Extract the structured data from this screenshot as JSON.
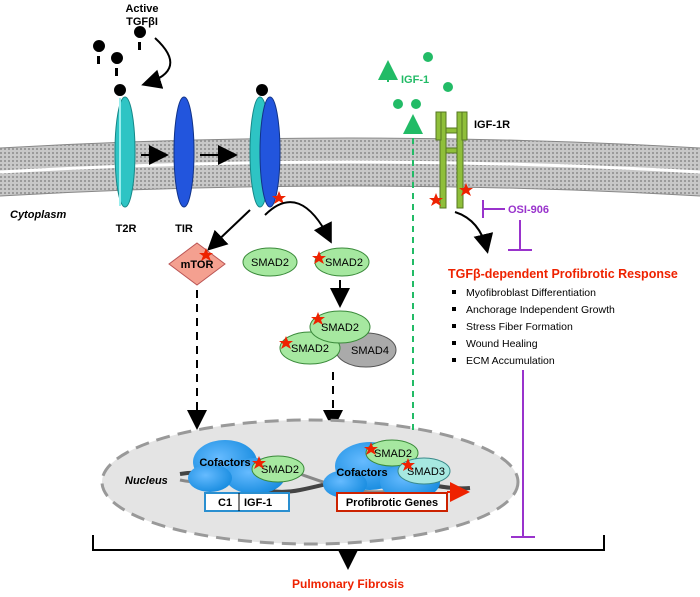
{
  "ligand": {
    "line1": "Active",
    "line2": "TGFβI"
  },
  "labels": {
    "cytoplasm": "Cytoplasm",
    "t2r": "T2R",
    "tir": "TIR",
    "igf1r": "IGF-1R",
    "igf1": "IGF-1",
    "osi": "OSI-906",
    "mtor": "mTOR",
    "smad2": "SMAD2",
    "smad4": "SMAD4",
    "smad3": "SMAD3",
    "nucleus": "Nucleus",
    "cofactors": "Cofactors",
    "c1": "C1",
    "igf1_gene": "IGF-1",
    "profibrotic_genes": "Profibrotic Genes",
    "outcome": "Pulmonary Fibrosis"
  },
  "response": {
    "title": "TGFβ-dependent Profibrotic Response",
    "items": [
      "Myofibroblast Differentiation",
      "Anchorage Independent Growth",
      "Stress Fiber Formation",
      "Wound Healing",
      "ECM Accumulation"
    ]
  },
  "colors": {
    "t2r": "#2ec4c4",
    "tir": "#2255dd",
    "smad_green": "#a6e8a0",
    "smad4_gray": "#aaaaaa",
    "mtor": "#f4a090",
    "igf1r": "#8fbf3a",
    "igf1_dot": "#22bb66",
    "inhibitor": "#9933cc",
    "response_red": "#ee2200",
    "cofactors": "#3399ee",
    "phospho": "#ee2200"
  }
}
